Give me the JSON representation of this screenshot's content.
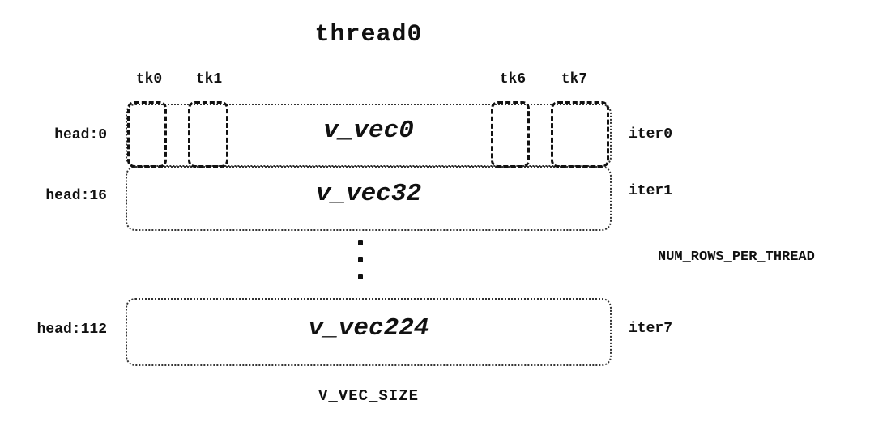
{
  "title": "thread0",
  "tk_labels": [
    "tk0",
    "tk1",
    "tk6",
    "tk7"
  ],
  "rows": [
    {
      "head": "head:0",
      "vec": "v_vec0",
      "iter": "iter0"
    },
    {
      "head": "head:16",
      "vec": "v_vec32",
      "iter": "iter1"
    },
    {
      "head": "head:112",
      "vec": "v_vec224",
      "iter": "iter7"
    }
  ],
  "annotations": {
    "rows_count_label": "NUM_ROWS_PER_THREAD",
    "size_label": "V_VEC_SIZE"
  },
  "colors": {
    "ink": "#111111",
    "background": "#ffffff"
  }
}
